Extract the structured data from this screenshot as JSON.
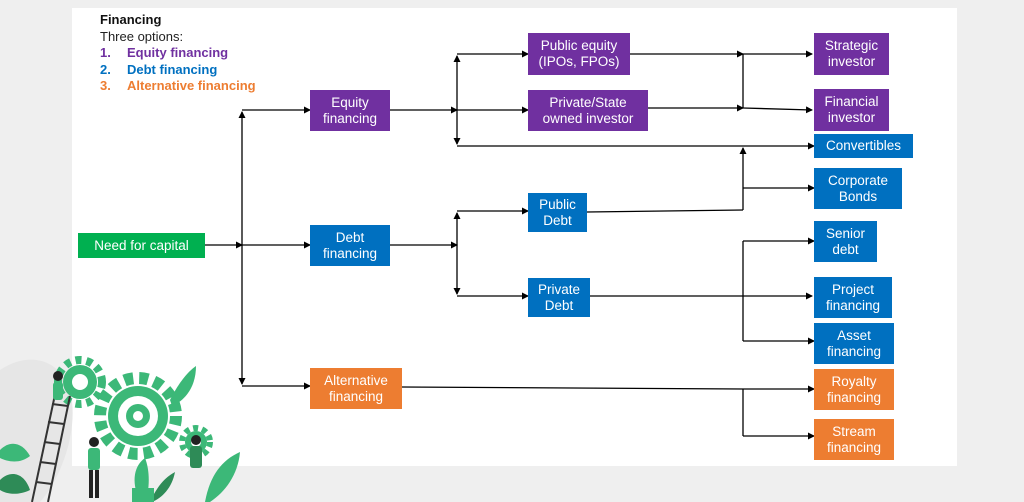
{
  "legend": {
    "title": "Financing",
    "subtitle": "Three options:",
    "options": [
      {
        "num": "1.",
        "label": "Equity financing",
        "color": "#7030a0"
      },
      {
        "num": "2.",
        "label": "Debt financing",
        "color": "#0070c0"
      },
      {
        "num": "3.",
        "label": "Alternative financing",
        "color": "#ed7d31"
      }
    ]
  },
  "colors": {
    "green": "#00b050",
    "purple": "#7030a0",
    "blue": "#0070c0",
    "orange": "#ed7d31",
    "arrow": "#000000"
  },
  "nodes": {
    "need": "Need for capital",
    "equity": "Equity\nfinancing",
    "debt": "Debt\nfinancing",
    "alternative": "Alternative\nfinancing",
    "public_equity": "Public equity\n(IPOs, FPOs)",
    "private_state": "Private/State\nowned investor",
    "public_debt": "Public\nDebt",
    "private_debt": "Private\nDebt",
    "strategic": "Strategic\ninvestor",
    "financial": "Financial\ninvestor",
    "convertibles": "Convertibles",
    "corporate_bonds": "Corporate\nBonds",
    "senior_debt": "Senior\ndebt",
    "project_financing": "Project\nfinancing",
    "asset_financing": "Asset\nfinancing",
    "royalty_financing": "Royalty\nfinancing",
    "stream_financing": "Stream\nfinancing"
  },
  "illustration": {
    "icon": "gears-people-illustration-icon"
  }
}
